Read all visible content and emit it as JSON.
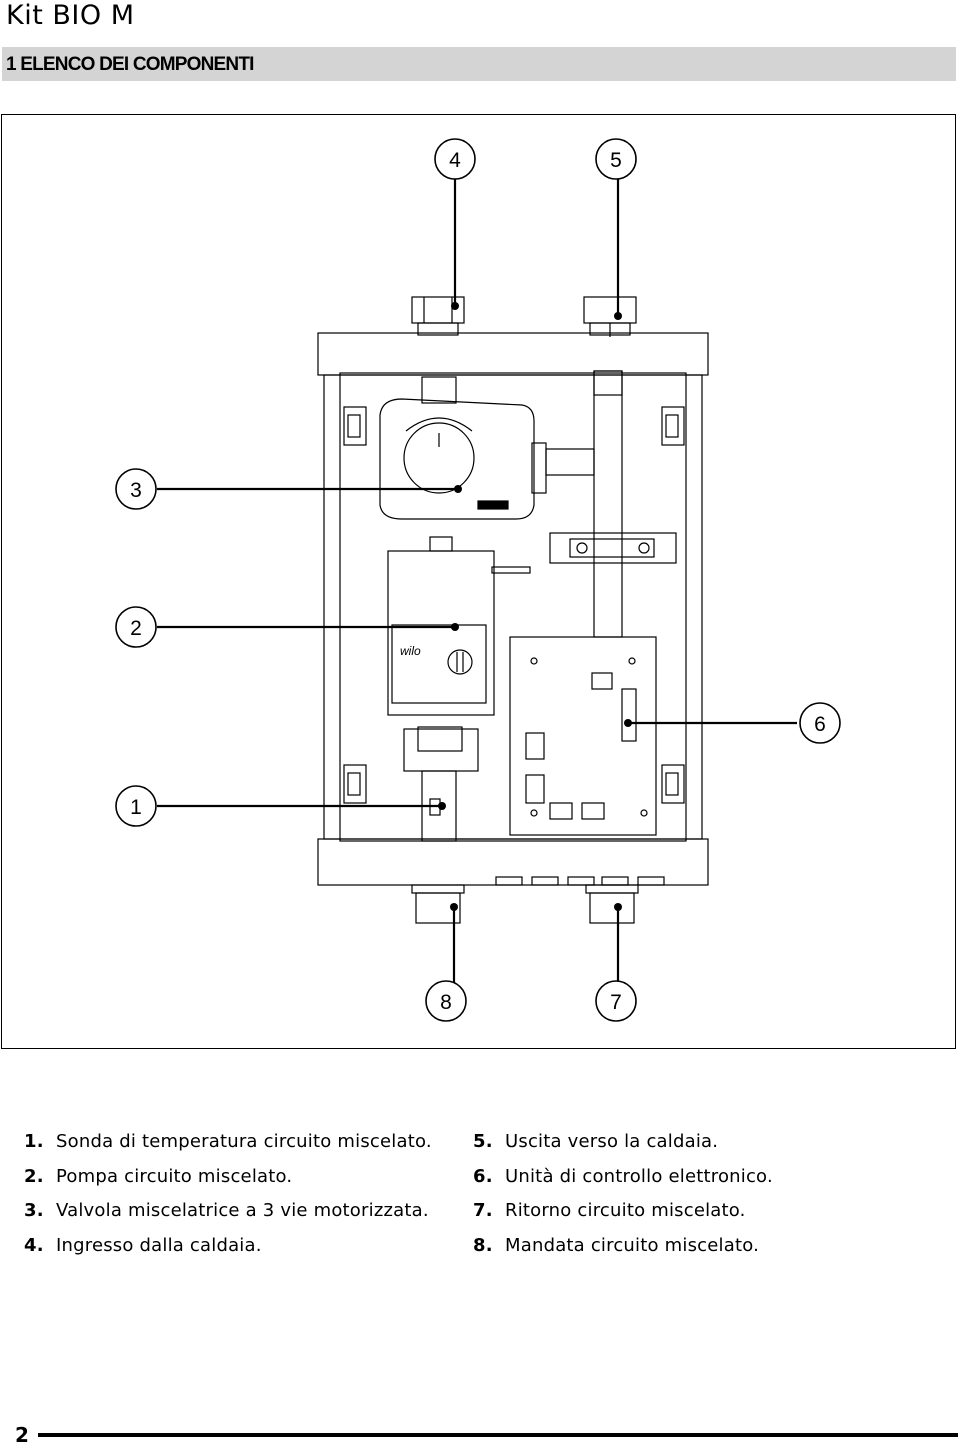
{
  "header": {
    "title": "Kit BIO M"
  },
  "section": {
    "title": "1 ELENCO DEI COMPONENTI"
  },
  "figure": {
    "callouts": [
      "1",
      "2",
      "3",
      "4",
      "5",
      "6",
      "7",
      "8"
    ],
    "pump_brand": "wilo"
  },
  "legend": {
    "left": [
      {
        "num": "1.",
        "text": "Sonda di temperatura circuito miscelato."
      },
      {
        "num": "2.",
        "text": "Pompa circuito miscelato."
      },
      {
        "num": "3.",
        "text": "Valvola miscelatrice a 3 vie motorizzata."
      },
      {
        "num": "4.",
        "text": "Ingresso dalla caldaia."
      }
    ],
    "right": [
      {
        "num": "5.",
        "text": "Uscita verso la caldaia."
      },
      {
        "num": "6.",
        "text": "Unità di controllo elettronico."
      },
      {
        "num": "7.",
        "text": "Ritorno circuito miscelato."
      },
      {
        "num": "8.",
        "text": "Mandata circuito miscelato."
      }
    ]
  },
  "footer": {
    "page_number": "2"
  }
}
